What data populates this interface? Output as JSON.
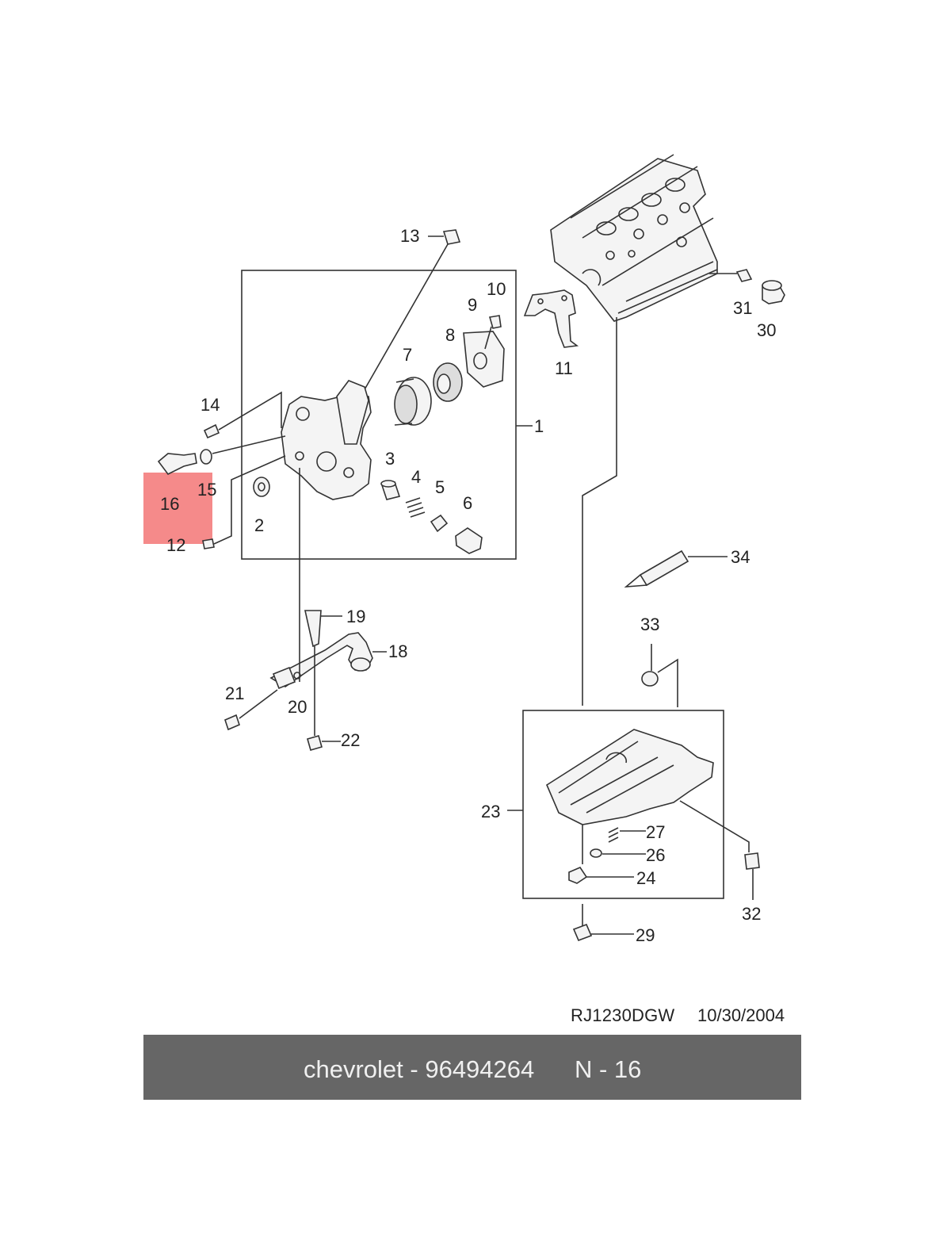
{
  "diagram": {
    "highlight_color": "#f58a8a",
    "part_labels": [
      {
        "id": "1",
        "text": "1"
      },
      {
        "id": "2",
        "text": "2"
      },
      {
        "id": "3",
        "text": "3"
      },
      {
        "id": "4",
        "text": "4"
      },
      {
        "id": "5",
        "text": "5"
      },
      {
        "id": "6",
        "text": "6"
      },
      {
        "id": "7",
        "text": "7"
      },
      {
        "id": "8",
        "text": "8"
      },
      {
        "id": "9",
        "text": "9"
      },
      {
        "id": "10",
        "text": "10"
      },
      {
        "id": "11",
        "text": "11"
      },
      {
        "id": "12",
        "text": "12"
      },
      {
        "id": "13",
        "text": "13"
      },
      {
        "id": "14",
        "text": "14"
      },
      {
        "id": "15",
        "text": "15"
      },
      {
        "id": "16",
        "text": "16"
      },
      {
        "id": "18",
        "text": "18"
      },
      {
        "id": "19",
        "text": "19"
      },
      {
        "id": "20",
        "text": "20"
      },
      {
        "id": "21",
        "text": "21"
      },
      {
        "id": "22",
        "text": "22"
      },
      {
        "id": "23",
        "text": "23"
      },
      {
        "id": "24",
        "text": "24"
      },
      {
        "id": "26",
        "text": "26"
      },
      {
        "id": "27",
        "text": "27"
      },
      {
        "id": "29",
        "text": "29"
      },
      {
        "id": "30",
        "text": "30"
      },
      {
        "id": "31",
        "text": "31"
      },
      {
        "id": "32",
        "text": "32"
      },
      {
        "id": "33",
        "text": "33"
      },
      {
        "id": "34",
        "text": "34"
      }
    ],
    "doc_code": "RJ1230DGW",
    "doc_date": "10/30/2004"
  },
  "footer": {
    "brand_part": "chevrolet - 96494264",
    "page": "N - 16",
    "bg_color": "#666666"
  }
}
